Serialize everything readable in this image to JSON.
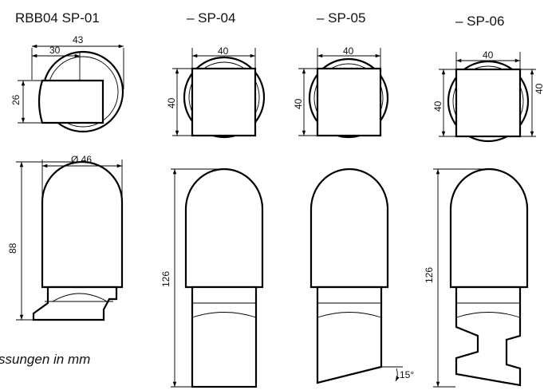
{
  "titles": {
    "sp01": "RBB04 SP-01",
    "sp04": "– SP-04",
    "sp05": "– SP-05",
    "sp06": "– SP-06"
  },
  "dimensions": {
    "sp01_width_outer": "43",
    "sp01_width_inner": "30",
    "sp01_height_top": "26",
    "sp01_diameter": "Ø 46",
    "sp01_height": "88",
    "sp04_width": "40",
    "sp04_height_top": "40",
    "sp04_height": "126",
    "sp05_width": "40",
    "sp05_height_top": "40",
    "sp05_angle": "15°",
    "sp06_width": "40",
    "sp06_height_left": "40",
    "sp06_height_right": "40",
    "sp06_height": "126"
  },
  "note": "ssungen in mm"
}
